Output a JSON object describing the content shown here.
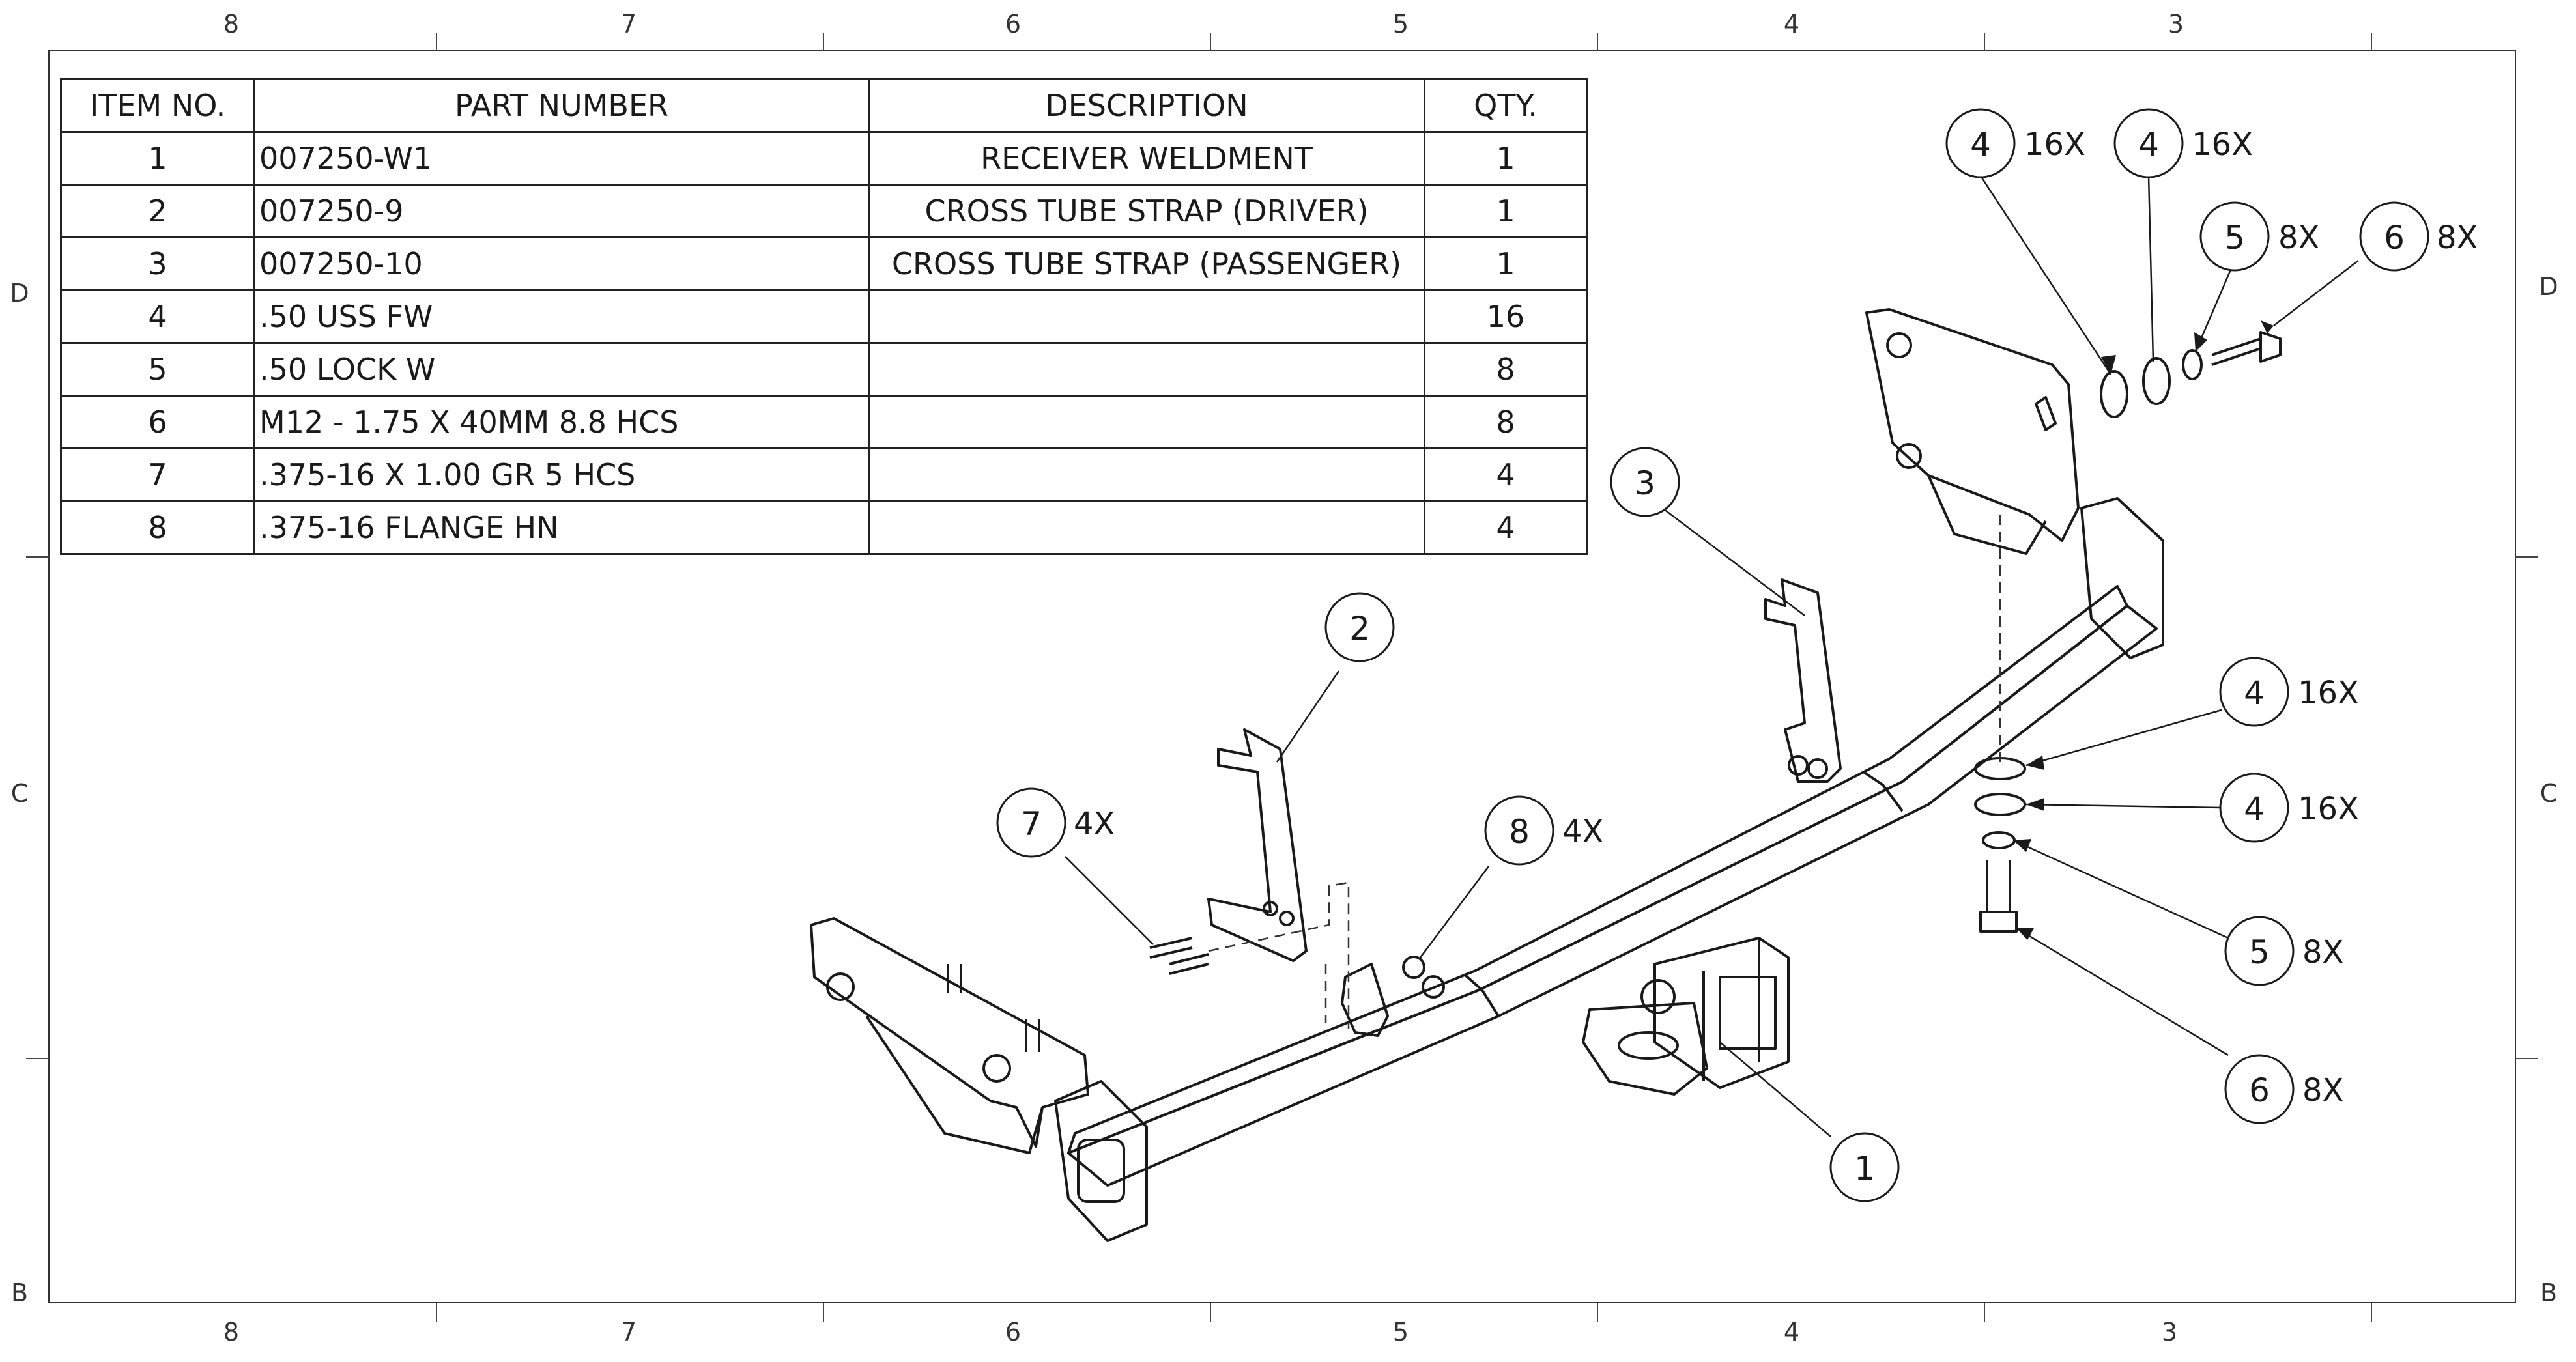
{
  "border": {
    "top_zones": [
      "8",
      "7",
      "6",
      "5",
      "4",
      "3"
    ],
    "bottom_zones": [
      "8",
      "7",
      "6",
      "5",
      "4",
      "3"
    ],
    "left_zones": [
      "D",
      "C",
      "B"
    ],
    "right_zones": [
      "D",
      "C",
      "B"
    ]
  },
  "bom": {
    "headers": [
      "ITEM NO.",
      "PART NUMBER",
      "DESCRIPTION",
      "QTY."
    ],
    "rows": [
      {
        "item": "1",
        "part": "007250-W1",
        "desc": "RECEIVER WELDMENT",
        "qty": "1"
      },
      {
        "item": "2",
        "part": "007250-9",
        "desc": "CROSS TUBE STRAP (DRIVER)",
        "qty": "1"
      },
      {
        "item": "3",
        "part": "007250-10",
        "desc": "CROSS TUBE STRAP (PASSENGER)",
        "qty": "1"
      },
      {
        "item": "4",
        "part": ".50 USS FW",
        "desc": "",
        "qty": "16"
      },
      {
        "item": "5",
        "part": ".50 LOCK W",
        "desc": "",
        "qty": "8"
      },
      {
        "item": "6",
        "part": "M12 - 1.75 X 40MM 8.8 HCS",
        "desc": "",
        "qty": "8"
      },
      {
        "item": "7",
        "part": ".375-16 X 1.00 GR 5 HCS",
        "desc": "",
        "qty": "4"
      },
      {
        "item": "8",
        "part": ".375-16 FLANGE HN",
        "desc": "",
        "qty": "4"
      }
    ]
  },
  "balloons": [
    {
      "num": "4",
      "qty": "16X"
    },
    {
      "num": "4",
      "qty": "16X"
    },
    {
      "num": "5",
      "qty": "8X"
    },
    {
      "num": "6",
      "qty": "8X"
    },
    {
      "num": "3",
      "qty": ""
    },
    {
      "num": "2",
      "qty": ""
    },
    {
      "num": "7",
      "qty": "4X"
    },
    {
      "num": "8",
      "qty": "4X"
    },
    {
      "num": "4",
      "qty": "16X"
    },
    {
      "num": "4",
      "qty": "16X"
    },
    {
      "num": "5",
      "qty": "8X"
    },
    {
      "num": "6",
      "qty": "8X"
    },
    {
      "num": "1",
      "qty": ""
    }
  ]
}
